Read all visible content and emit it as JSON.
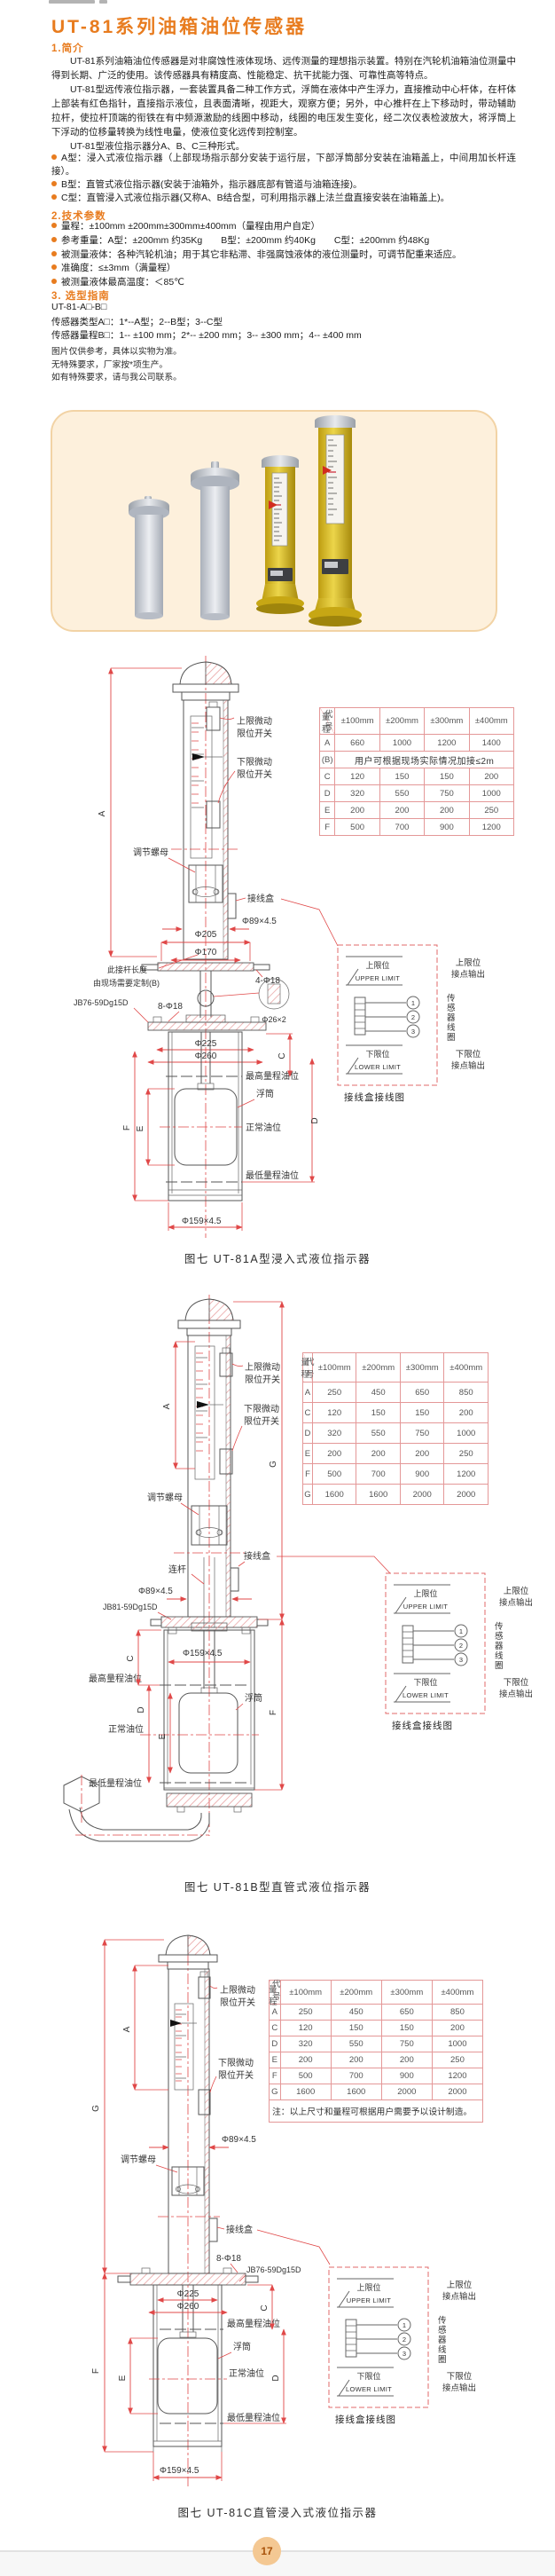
{
  "page": {
    "title": "UT-81系列油箱油位传感器",
    "page_number": "17"
  },
  "intro": {
    "heading": "1.简介",
    "p1": "UT-81系列油箱油位传感器是对非腐蚀性液体现场、远传测量的理想指示装置。特别在汽轮机油箱油位测量中得到长期、广泛的使用。该传感器具有精度高、性能稳定、抗干扰能力强、可靠性高等特点。",
    "p2": "UT-81型远传液位指示器，一套装置具备二种工作方式，浮筒在液体中产生浮力，直接推动中心杆体，在杆体上部装有红色指针，直接指示液位，且表面清晰，视距大，观察方便；另外，中心推杆在上下移动时，带动辅助拉杆，使拉杆顶端的衔铁在有中频源激励的线圈中移动，线圈的电压发生变化，经二次仪表检波放大，将浮筒上下浮动的位移量转换为线性电量，使液位变化远传到控制室。",
    "p3": "UT-81型液位指示器分A、B、C三种形式。",
    "bullets": [
      "A型：浸入式液位指示器（上部现场指示部分安装于运行层，下部浮筒部分安装在油箱盖上，中间用加长杆连接）。",
      "B型：直管式液位指示器(安装于油箱外，指示器底部有管道与油箱连接)。",
      "C型：直管浸入式液位指示器(又称A、B结合型，可利用指示器上法兰盘直接安装在油箱盖上)。"
    ]
  },
  "specs": {
    "heading": "2.技术参数",
    "bullets": [
      "量程：±100mm ±200mm±300mm±400mm（量程由用户自定）",
      "参考重量：A型：±200mm 约35Kg　　B型：±200mm 约40Kg　　C型：±200mm 约48Kg",
      "被测量液体：各种汽轮机油；用于其它非粘滞、非强腐蚀液体的液位测量时，可调节配重来适应。",
      "准确度：≤±3mm（满量程）",
      "被测量液体最高温度：＜85℃"
    ]
  },
  "selection": {
    "heading": "3.  选型指南",
    "model": "UT-81-A□-B□",
    "type_line": "传感器类型A□：1*--A型；2--B型；3--C型",
    "range_line": "传感器量程B□：1-- ±100 mm；2*-- ±200 mm；3-- ±300 mm；4-- ±400 mm",
    "notes": [
      "图片仅供参考，具体以实物为准。",
      "无特殊要求，厂家按*项生产。",
      "如有特殊要求，请与我公司联系。"
    ]
  },
  "tables": {
    "corner_range": "量程",
    "corner_code": "代号",
    "columns": [
      "±100mm",
      "±200mm",
      "±300mm",
      "±400mm"
    ],
    "a": {
      "rows": [
        {
          "code": "A",
          "values": [
            "660",
            "1000",
            "1200",
            "1400"
          ]
        },
        {
          "code": "(B)",
          "span": "用户可根据现场实际情况加接≤2m"
        },
        {
          "code": "C",
          "values": [
            "120",
            "150",
            "150",
            "200"
          ]
        },
        {
          "code": "D",
          "values": [
            "320",
            "550",
            "750",
            "1000"
          ]
        },
        {
          "code": "E",
          "values": [
            "200",
            "200",
            "200",
            "250"
          ]
        },
        {
          "code": "F",
          "values": [
            "500",
            "700",
            "900",
            "1200"
          ]
        }
      ]
    },
    "b": {
      "rows": [
        {
          "code": "A",
          "values": [
            "250",
            "450",
            "650",
            "850"
          ]
        },
        {
          "code": "C",
          "values": [
            "120",
            "150",
            "150",
            "200"
          ]
        },
        {
          "code": "D",
          "values": [
            "320",
            "550",
            "750",
            "1000"
          ]
        },
        {
          "code": "E",
          "values": [
            "200",
            "200",
            "200",
            "250"
          ]
        },
        {
          "code": "F",
          "values": [
            "500",
            "700",
            "900",
            "1200"
          ]
        },
        {
          "code": "G",
          "values": [
            "1600",
            "1600",
            "2000",
            "2000"
          ]
        }
      ]
    },
    "c": {
      "rows": [
        {
          "code": "A",
          "values": [
            "250",
            "450",
            "650",
            "850"
          ]
        },
        {
          "code": "C",
          "values": [
            "120",
            "150",
            "150",
            "200"
          ]
        },
        {
          "code": "D",
          "values": [
            "320",
            "550",
            "750",
            "1000"
          ]
        },
        {
          "code": "E",
          "values": [
            "200",
            "200",
            "200",
            "250"
          ]
        },
        {
          "code": "F",
          "values": [
            "500",
            "700",
            "900",
            "1200"
          ]
        },
        {
          "code": "G",
          "values": [
            "1600",
            "1600",
            "2000",
            "2000"
          ]
        }
      ],
      "note": "注：以上尺寸和量程可根据用户需要予以设计制造。"
    }
  },
  "wiring": {
    "upper_cn": "上限位",
    "upper_en": "UPPER LIMIT",
    "upper_out1": "上限位",
    "upper_out2": "接点输出",
    "terminals": [
      "1",
      "2",
      "3"
    ],
    "coil_out": "传感器线圈",
    "lower_cn": "下限位",
    "lower_en": "LOWER LIMIT",
    "lower_out1": "下限位",
    "lower_out2": "接点输出",
    "caption": "接线盒接线图"
  },
  "diagram_a": {
    "caption": "图七  UT-81A型浸入式液位指示器",
    "labels": {
      "upper_switch1": "上限微动",
      "upper_switch2": "限位开关",
      "lower_switch1": "下限微动",
      "lower_switch2": "限位开关",
      "adjust_nut": "调节螺母",
      "junction_box": "接线盒",
      "tube_dim": "Φ89×4.5",
      "d205": "Φ205",
      "d170": "Φ170",
      "bolt4": "4-Φ18",
      "rod_note1": "此接杆长度",
      "rod_note2": "由现场需要定制(B)",
      "flange_std": "JB76-59Dg15D",
      "bolt8": "8-Φ18",
      "rod_dim": "Φ26×2",
      "d225": "Φ225",
      "d260": "Φ260",
      "max_level": "最高量程油位",
      "float": "浮筒",
      "normal_level": "正常油位",
      "min_level": "最低量程油位",
      "tank_dim": "Φ159×4.5",
      "dim_a": "A",
      "dim_c": "C",
      "dim_d": "D",
      "dim_e": "E",
      "dim_f": "F"
    }
  },
  "diagram_b": {
    "caption": "图七  UT-81B型直管式液位指示器",
    "labels": {
      "upper_switch1": "上限微动",
      "upper_switch2": "限位开关",
      "lower_switch1": "下限微动",
      "lower_switch2": "限位开关",
      "adjust_nut": "调节螺母",
      "junction_box": "接线盒",
      "link_rod": "连杆",
      "tube_dim": "Φ89×4.5",
      "flange_std": "JB81-59Dg15D",
      "tank_dim": "Φ159×4.5",
      "max_level": "最高量程油位",
      "float": "浮筒",
      "normal_level": "正常油位",
      "min_level": "最低量程油位",
      "dim_a": "A",
      "dim_c": "C",
      "dim_d": "D",
      "dim_e": "E",
      "dim_f": "F",
      "dim_g": "G"
    }
  },
  "diagram_c": {
    "caption": "图七  UT-81C直管浸入式液位指示器",
    "labels": {
      "upper_switch1": "上限微动",
      "upper_switch2": "限位开关",
      "lower_switch1": "下限微动",
      "lower_switch2": "限位开关",
      "adjust_nut": "调节螺母",
      "junction_box": "接线盒",
      "tube_dim": "Φ89×4.5",
      "bolt8": "8-Φ18",
      "flange_std": "JB76-59Dg15D",
      "d225": "Φ225",
      "d260": "Φ260",
      "max_level": "最高量程油位",
      "float": "浮筒",
      "normal_level": "正常油位",
      "min_level": "最低量程油位",
      "tank_dim": "Φ159×4.5",
      "dim_a": "A",
      "dim_c": "C",
      "dim_d": "D",
      "dim_e": "E",
      "dim_f": "F",
      "dim_g": "G"
    }
  }
}
